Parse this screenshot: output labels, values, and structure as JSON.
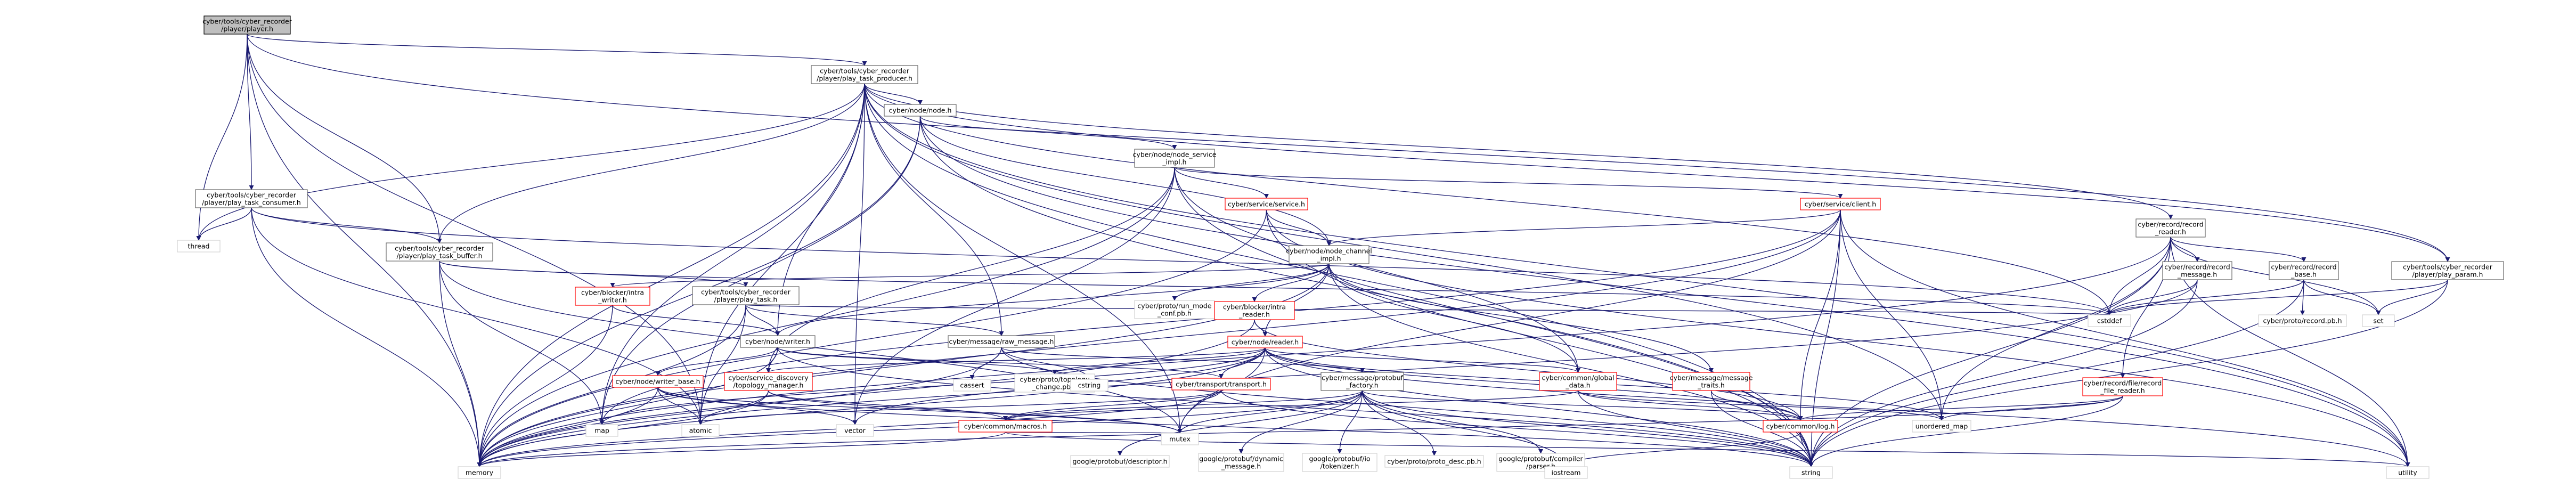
{
  "graph": {
    "nodes": [
      {
        "id": "player_h",
        "lines": [
          "cyber/tools/cyber_recorder",
          "/player/player.h"
        ],
        "style": "root"
      },
      {
        "id": "play_task_producer_h",
        "lines": [
          "cyber/tools/cyber_recorder",
          "/player/play_task_producer.h"
        ],
        "style": "normal"
      },
      {
        "id": "play_task_consumer_h",
        "lines": [
          "cyber/tools/cyber_recorder",
          "/player/play_task_consumer.h"
        ],
        "style": "normal"
      },
      {
        "id": "thread",
        "lines": [
          "thread"
        ],
        "style": "leaf"
      },
      {
        "id": "node_h",
        "lines": [
          "cyber/node/node.h"
        ],
        "style": "normal"
      },
      {
        "id": "play_task_buffer_h",
        "lines": [
          "cyber/tools/cyber_recorder",
          "/player/play_task_buffer.h"
        ],
        "style": "normal"
      },
      {
        "id": "node_service_impl_h",
        "lines": [
          "cyber/node/node_service",
          "_impl.h"
        ],
        "style": "normal"
      },
      {
        "id": "service_h",
        "lines": [
          "cyber/service/service.h"
        ],
        "style": "trunc"
      },
      {
        "id": "client_h",
        "lines": [
          "cyber/service/client.h"
        ],
        "style": "trunc"
      },
      {
        "id": "record_reader_h",
        "lines": [
          "cyber/record/record",
          "_reader.h"
        ],
        "style": "normal"
      },
      {
        "id": "play_param_h",
        "lines": [
          "cyber/tools/cyber_recorder",
          "/player/play_param.h"
        ],
        "style": "normal"
      },
      {
        "id": "node_channel_impl_h",
        "lines": [
          "cyber/node/node_channel",
          "_impl.h"
        ],
        "style": "normal"
      },
      {
        "id": "intra_writer_h",
        "lines": [
          "cyber/blocker/intra",
          "_writer.h"
        ],
        "style": "trunc"
      },
      {
        "id": "play_task_h",
        "lines": [
          "cyber/tools/cyber_recorder",
          "/player/play_task.h"
        ],
        "style": "normal"
      },
      {
        "id": "proto_run_mode_conf",
        "lines": [
          "cyber/proto/run_mode",
          "_conf.pb.h"
        ],
        "style": "leaf"
      },
      {
        "id": "intra_reader_h",
        "lines": [
          "cyber/blocker/intra",
          "_reader.h"
        ],
        "style": "trunc"
      },
      {
        "id": "record_message_h",
        "lines": [
          "cyber/record/record",
          "_message.h"
        ],
        "style": "normal"
      },
      {
        "id": "record_base_h",
        "lines": [
          "cyber/record/record",
          "_base.h"
        ],
        "style": "normal"
      },
      {
        "id": "cstddef",
        "lines": [
          "cstddef"
        ],
        "style": "leaf"
      },
      {
        "id": "set",
        "lines": [
          "set"
        ],
        "style": "leaf"
      },
      {
        "id": "writer_h",
        "lines": [
          "cyber/node/writer.h"
        ],
        "style": "normal"
      },
      {
        "id": "raw_message_h",
        "lines": [
          "cyber/message/raw_message.h"
        ],
        "style": "normal"
      },
      {
        "id": "reader_h",
        "lines": [
          "cyber/node/reader.h"
        ],
        "style": "trunc"
      },
      {
        "id": "record_file_reader_h",
        "lines": [
          "cyber/record/file/record",
          "_file_reader.h"
        ],
        "style": "trunc"
      },
      {
        "id": "record_pb_h",
        "lines": [
          "cyber/proto/record.pb.h"
        ],
        "style": "leaf"
      },
      {
        "id": "writer_base_h",
        "lines": [
          "cyber/node/writer_base.h"
        ],
        "style": "trunc"
      },
      {
        "id": "topology_manager_h",
        "lines": [
          "cyber/service_discovery",
          "/topology_manager.h"
        ],
        "style": "trunc"
      },
      {
        "id": "cassert",
        "lines": [
          "cassert"
        ],
        "style": "leaf"
      },
      {
        "id": "topology_change_pb",
        "lines": [
          "cyber/proto/topology",
          "_change.pb.h"
        ],
        "style": "leaf"
      },
      {
        "id": "cstring",
        "lines": [
          "cstring"
        ],
        "style": "leaf"
      },
      {
        "id": "transport_h",
        "lines": [
          "cyber/transport/transport.h"
        ],
        "style": "trunc"
      },
      {
        "id": "protobuf_factory_h",
        "lines": [
          "cyber/message/protobuf",
          "_factory.h"
        ],
        "style": "normal"
      },
      {
        "id": "global_data_h",
        "lines": [
          "cyber/common/global",
          "_data.h"
        ],
        "style": "trunc"
      },
      {
        "id": "message_traits_h",
        "lines": [
          "cyber/message/message",
          "_traits.h"
        ],
        "style": "trunc"
      },
      {
        "id": "map",
        "lines": [
          "map"
        ],
        "style": "leaf"
      },
      {
        "id": "atomic",
        "lines": [
          "atomic"
        ],
        "style": "leaf"
      },
      {
        "id": "vector",
        "lines": [
          "vector"
        ],
        "style": "leaf"
      },
      {
        "id": "macros_h",
        "lines": [
          "cyber/common/macros.h"
        ],
        "style": "trunc"
      },
      {
        "id": "gp_descriptor",
        "lines": [
          "google/protobuf/descriptor.h"
        ],
        "style": "leaf"
      },
      {
        "id": "gp_dynamic_message",
        "lines": [
          "google/protobuf/dynamic",
          "_message.h"
        ],
        "style": "leaf"
      },
      {
        "id": "gp_io_tokenizer",
        "lines": [
          "google/protobuf/io",
          "/tokenizer.h"
        ],
        "style": "leaf"
      },
      {
        "id": "proto_desc_pb",
        "lines": [
          "cyber/proto/proto_desc.pb.h"
        ],
        "style": "leaf"
      },
      {
        "id": "gp_compiler_parser",
        "lines": [
          "google/protobuf/compiler",
          "/parser.h"
        ],
        "style": "leaf"
      },
      {
        "id": "log_h",
        "lines": [
          "cyber/common/log.h"
        ],
        "style": "trunc"
      },
      {
        "id": "unordered_map",
        "lines": [
          "unordered_map"
        ],
        "style": "leaf"
      },
      {
        "id": "memory",
        "lines": [
          "memory"
        ],
        "style": "leaf"
      },
      {
        "id": "mutex",
        "lines": [
          "mutex"
        ],
        "style": "leaf"
      },
      {
        "id": "iostream",
        "lines": [
          "iostream"
        ],
        "style": "leaf"
      },
      {
        "id": "string",
        "lines": [
          "string"
        ],
        "style": "leaf"
      },
      {
        "id": "utility",
        "lines": [
          "utility"
        ],
        "style": "leaf"
      }
    ],
    "edges": [
      [
        "player_h",
        "play_task_producer_h"
      ],
      [
        "player_h",
        "play_task_consumer_h"
      ],
      [
        "player_h",
        "thread"
      ],
      [
        "player_h",
        "play_task_buffer_h"
      ],
      [
        "player_h",
        "play_param_h"
      ],
      [
        "player_h",
        "atomic"
      ],
      [
        "player_h",
        "memory"
      ],
      [
        "play_task_producer_h",
        "node_h"
      ],
      [
        "play_task_producer_h",
        "play_task_buffer_h"
      ],
      [
        "play_task_producer_h",
        "record_reader_h"
      ],
      [
        "play_task_producer_h",
        "play_param_h"
      ],
      [
        "play_task_producer_h",
        "writer_h"
      ],
      [
        "play_task_producer_h",
        "raw_message_h"
      ],
      [
        "play_task_producer_h",
        "cstddef"
      ],
      [
        "play_task_producer_h",
        "thread"
      ],
      [
        "play_task_producer_h",
        "map"
      ],
      [
        "play_task_producer_h",
        "atomic"
      ],
      [
        "play_task_producer_h",
        "vector"
      ],
      [
        "play_task_producer_h",
        "memory"
      ],
      [
        "play_task_producer_h",
        "string"
      ],
      [
        "play_task_producer_h",
        "unordered_map"
      ],
      [
        "play_task_producer_h",
        "mutex"
      ],
      [
        "play_task_producer_h",
        "utility"
      ],
      [
        "play_task_consumer_h",
        "play_task_buffer_h"
      ],
      [
        "play_task_consumer_h",
        "thread"
      ],
      [
        "play_task_consumer_h",
        "atomic"
      ],
      [
        "play_task_consumer_h",
        "memory"
      ],
      [
        "play_task_consumer_h",
        "cstddef"
      ],
      [
        "node_h",
        "node_service_impl_h"
      ],
      [
        "node_h",
        "node_channel_impl_h"
      ],
      [
        "node_h",
        "map"
      ],
      [
        "node_h",
        "memory"
      ],
      [
        "node_h",
        "string"
      ],
      [
        "node_h",
        "utility"
      ],
      [
        "play_task_buffer_h",
        "play_task_h"
      ],
      [
        "play_task_buffer_h",
        "map"
      ],
      [
        "play_task_buffer_h",
        "memory"
      ],
      [
        "play_task_buffer_h",
        "mutex"
      ],
      [
        "play_task_buffer_h",
        "cstddef"
      ],
      [
        "node_service_impl_h",
        "service_h"
      ],
      [
        "node_service_impl_h",
        "client_h"
      ],
      [
        "node_service_impl_h",
        "topology_manager_h"
      ],
      [
        "node_service_impl_h",
        "global_data_h"
      ],
      [
        "node_service_impl_h",
        "vector"
      ],
      [
        "node_service_impl_h",
        "memory"
      ],
      [
        "node_service_impl_h",
        "string"
      ],
      [
        "service_h",
        "node_channel_impl_h"
      ],
      [
        "service_h",
        "memory"
      ],
      [
        "service_h",
        "string"
      ],
      [
        "service_h",
        "utility"
      ],
      [
        "client_h",
        "node_channel_impl_h"
      ],
      [
        "client_h",
        "log_h"
      ],
      [
        "client_h",
        "memory"
      ],
      [
        "client_h",
        "string"
      ],
      [
        "client_h",
        "unordered_map"
      ],
      [
        "client_h",
        "utility"
      ],
      [
        "client_h",
        "map"
      ],
      [
        "client_h",
        "mutex"
      ],
      [
        "record_reader_h",
        "record_message_h"
      ],
      [
        "record_reader_h",
        "record_base_h"
      ],
      [
        "record_reader_h",
        "record_file_reader_h"
      ],
      [
        "record_reader_h",
        "set"
      ],
      [
        "record_reader_h",
        "memory"
      ],
      [
        "record_reader_h",
        "string"
      ],
      [
        "record_reader_h",
        "unordered_map"
      ],
      [
        "record_reader_h",
        "utility"
      ],
      [
        "record_reader_h",
        "cstddef"
      ],
      [
        "play_param_h",
        "set"
      ],
      [
        "play_param_h",
        "string"
      ],
      [
        "play_param_h",
        "cstddef"
      ],
      [
        "node_channel_impl_h",
        "intra_writer_h"
      ],
      [
        "node_channel_impl_h",
        "proto_run_mode_conf"
      ],
      [
        "node_channel_impl_h",
        "intra_reader_h"
      ],
      [
        "node_channel_impl_h",
        "writer_h"
      ],
      [
        "node_channel_impl_h",
        "reader_h"
      ],
      [
        "node_channel_impl_h",
        "global_data_h"
      ],
      [
        "node_channel_impl_h",
        "message_traits_h"
      ],
      [
        "node_channel_impl_h",
        "memory"
      ],
      [
        "node_channel_impl_h",
        "string"
      ],
      [
        "intra_writer_h",
        "writer_h"
      ],
      [
        "intra_writer_h",
        "memory"
      ],
      [
        "play_task_h",
        "raw_message_h"
      ],
      [
        "play_task_h",
        "writer_h"
      ],
      [
        "play_task_h",
        "atomic"
      ],
      [
        "play_task_h",
        "memory"
      ],
      [
        "play_task_h",
        "cstddef"
      ],
      [
        "intra_reader_h",
        "reader_h"
      ],
      [
        "intra_reader_h",
        "log_h"
      ],
      [
        "intra_reader_h",
        "memory"
      ],
      [
        "record_message_h",
        "memory"
      ],
      [
        "record_message_h",
        "string"
      ],
      [
        "record_message_h",
        "cstddef"
      ],
      [
        "record_base_h",
        "record_pb_h"
      ],
      [
        "record_base_h",
        "set"
      ],
      [
        "record_base_h",
        "string"
      ],
      [
        "record_base_h",
        "cstddef"
      ],
      [
        "writer_h",
        "writer_base_h"
      ],
      [
        "writer_h",
        "topology_manager_h"
      ],
      [
        "writer_h",
        "transport_h"
      ],
      [
        "writer_h",
        "topology_change_pb"
      ],
      [
        "writer_h",
        "memory"
      ],
      [
        "writer_h",
        "string"
      ],
      [
        "raw_message_h",
        "protobuf_factory_h"
      ],
      [
        "raw_message_h",
        "cassert"
      ],
      [
        "raw_message_h",
        "cstring"
      ],
      [
        "raw_message_h",
        "memory"
      ],
      [
        "raw_message_h",
        "string"
      ],
      [
        "reader_h",
        "topology_manager_h"
      ],
      [
        "reader_h",
        "transport_h"
      ],
      [
        "reader_h",
        "global_data_h"
      ],
      [
        "reader_h",
        "topology_change_pb"
      ],
      [
        "reader_h",
        "log_h"
      ],
      [
        "reader_h",
        "map"
      ],
      [
        "reader_h",
        "vector"
      ],
      [
        "reader_h",
        "memory"
      ],
      [
        "reader_h",
        "mutex"
      ],
      [
        "reader_h",
        "string"
      ],
      [
        "reader_h",
        "utility"
      ],
      [
        "reader_h",
        "unordered_map"
      ],
      [
        "record_file_reader_h",
        "log_h"
      ],
      [
        "record_file_reader_h",
        "unordered_map"
      ],
      [
        "record_file_reader_h",
        "memory"
      ],
      [
        "record_file_reader_h",
        "string"
      ],
      [
        "writer_base_h",
        "atomic"
      ],
      [
        "writer_base_h",
        "vector"
      ],
      [
        "writer_base_h",
        "memory"
      ],
      [
        "writer_base_h",
        "mutex"
      ],
      [
        "writer_base_h",
        "string"
      ],
      [
        "topology_manager_h",
        "atomic"
      ],
      [
        "topology_manager_h",
        "memory"
      ],
      [
        "topology_manager_h",
        "mutex"
      ],
      [
        "topology_manager_h",
        "macros_h"
      ],
      [
        "transport_h",
        "atomic"
      ],
      [
        "transport_h",
        "memory"
      ],
      [
        "transport_h",
        "string"
      ],
      [
        "transport_h",
        "macros_h"
      ],
      [
        "protobuf_factory_h",
        "gp_descriptor"
      ],
      [
        "protobuf_factory_h",
        "gp_dynamic_message"
      ],
      [
        "protobuf_factory_h",
        "gp_io_tokenizer"
      ],
      [
        "protobuf_factory_h",
        "proto_desc_pb"
      ],
      [
        "protobuf_factory_h",
        "gp_compiler_parser"
      ],
      [
        "protobuf_factory_h",
        "macros_h"
      ],
      [
        "protobuf_factory_h",
        "log_h"
      ],
      [
        "protobuf_factory_h",
        "iostream"
      ],
      [
        "protobuf_factory_h",
        "memory"
      ],
      [
        "protobuf_factory_h",
        "mutex"
      ],
      [
        "protobuf_factory_h",
        "string"
      ],
      [
        "global_data_h",
        "unordered_map"
      ],
      [
        "global_data_h",
        "log_h"
      ],
      [
        "global_data_h",
        "macros_h"
      ],
      [
        "global_data_h",
        "string"
      ],
      [
        "message_traits_h",
        "log_h"
      ],
      [
        "message_traits_h",
        "string"
      ],
      [
        "macros_h",
        "memory"
      ],
      [
        "macros_h",
        "mutex"
      ],
      [
        "macros_h",
        "utility"
      ],
      [
        "log_h",
        "string"
      ],
      [
        "log_h",
        "iostream"
      ]
    ]
  }
}
